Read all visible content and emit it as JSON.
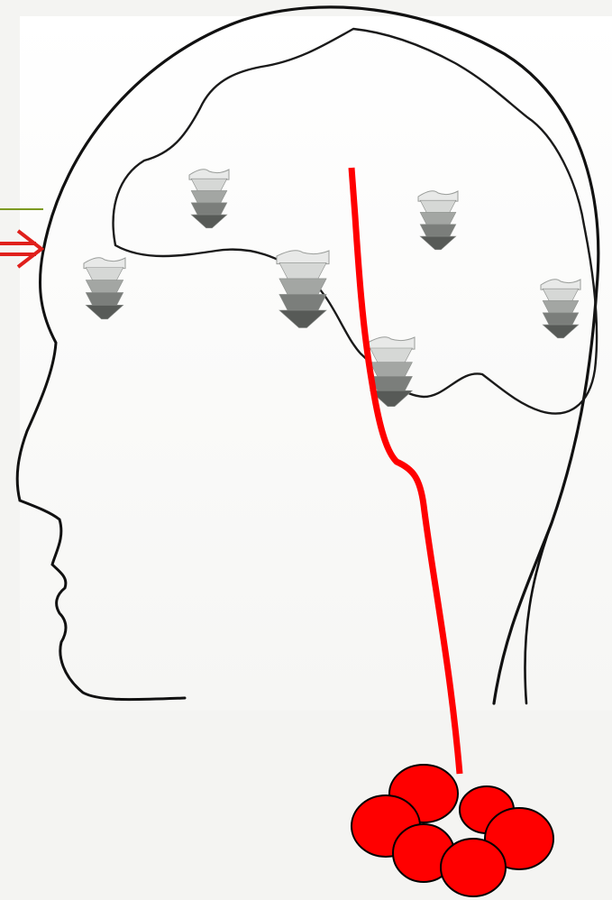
{
  "diagram": {
    "subject": "head-profile-with-brain",
    "colors": {
      "background": "#f4f4f2",
      "card": "#ffffff",
      "outline": "#111111",
      "signal_line": "#ff0000",
      "node_fill": "#ff0000",
      "node_stroke": "#000000",
      "marker_top": "#d6d8d6",
      "marker_mid": "#a3a6a3",
      "marker_low": "#7b7e7b",
      "marker_tip": "#575a57",
      "input_arrow": "#e0201c",
      "input_line": "#7d9a22"
    },
    "markers": [
      {
        "id": "marker-1"
      },
      {
        "id": "marker-2"
      },
      {
        "id": "marker-3"
      },
      {
        "id": "marker-4"
      },
      {
        "id": "marker-5"
      },
      {
        "id": "marker-6"
      }
    ],
    "nodes": [
      {
        "id": "node-1"
      },
      {
        "id": "node-2"
      },
      {
        "id": "node-3"
      },
      {
        "id": "node-4"
      },
      {
        "id": "node-5"
      },
      {
        "id": "node-6"
      },
      {
        "id": "node-7"
      }
    ]
  }
}
